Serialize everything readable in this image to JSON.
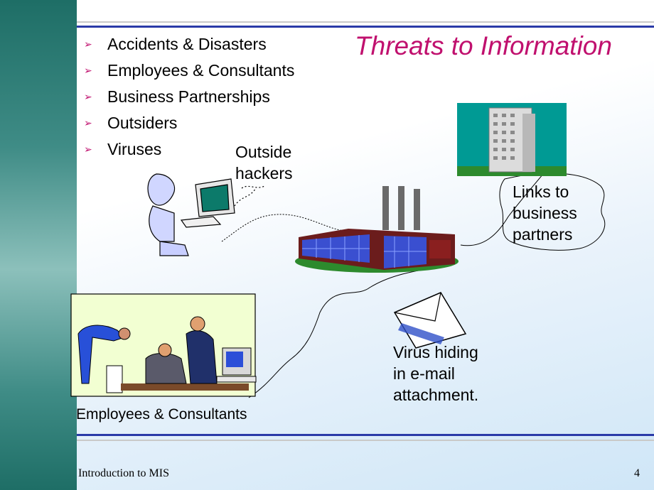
{
  "slide": {
    "title": "Threats to Information",
    "bullets": [
      "Accidents & Disasters",
      "Employees & Consultants",
      "Business Partnerships",
      "Outsiders",
      "Viruses"
    ],
    "labels": {
      "hackers_line1": "Outside",
      "hackers_line2": "hackers",
      "partners_line1": "Links to",
      "partners_line2": "business",
      "partners_line3": "partners",
      "virus_line1": "Virus hiding",
      "virus_line2": "in e-mail",
      "virus_line3": "attachment.",
      "employees": "Employees & Consultants"
    },
    "footer": {
      "course": "Introduction to MIS",
      "page_number": "4"
    }
  },
  "colors": {
    "title": "#c0106e",
    "rule": "#2a3aa8",
    "sidebar": "#1e6e66"
  }
}
